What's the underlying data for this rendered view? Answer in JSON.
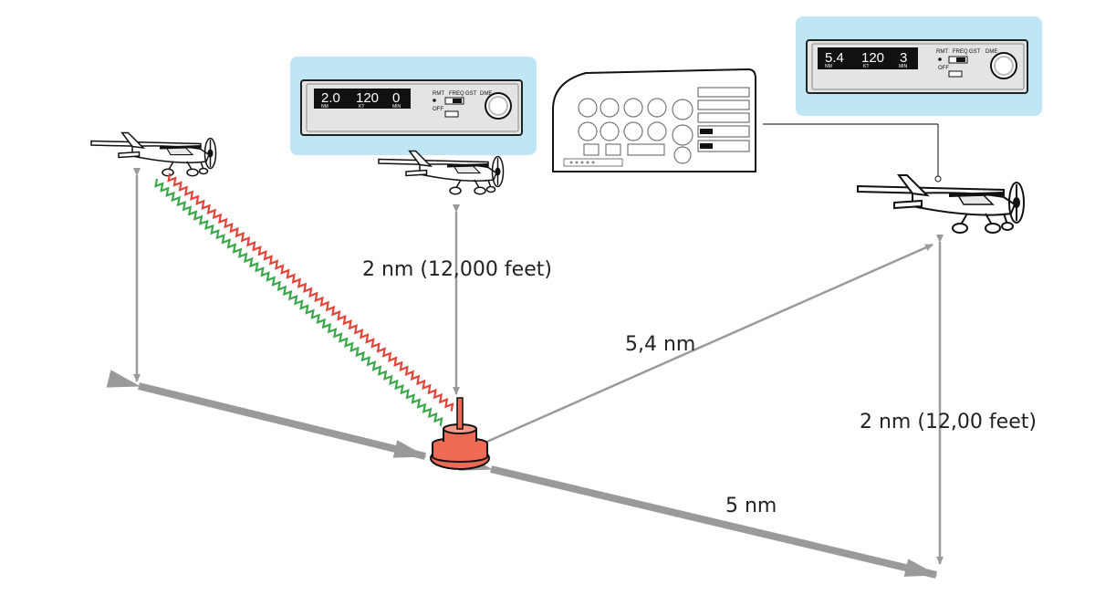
{
  "labels": {
    "overhead_distance": "2 nm (12,000 feet)",
    "slant_range": "5,4 nm",
    "altitude_right": "2 nm (12,00 feet)",
    "ground_distance": "5 nm"
  },
  "dme_left": {
    "distance": "2.0",
    "distance_unit": "NM",
    "speed": "120",
    "speed_unit": "KT",
    "time": "0",
    "time_unit": "MIN",
    "switch_labels": [
      "RMT",
      "FREQ",
      "GST",
      "DME"
    ],
    "off_label": "OFF"
  },
  "dme_right": {
    "distance": "5.4",
    "distance_unit": "NM",
    "speed": "120",
    "speed_unit": "KT",
    "time": "3",
    "time_unit": "MIN",
    "switch_labels": [
      "RMT",
      "FREQ",
      "GST",
      "DME"
    ],
    "off_label": "OFF"
  },
  "colors": {
    "panel_background": "#bfe6f5",
    "arrow": "#9a9a9a",
    "signal_red": "#e2453a",
    "signal_green": "#3aa84a",
    "station": "#ee6a55"
  }
}
